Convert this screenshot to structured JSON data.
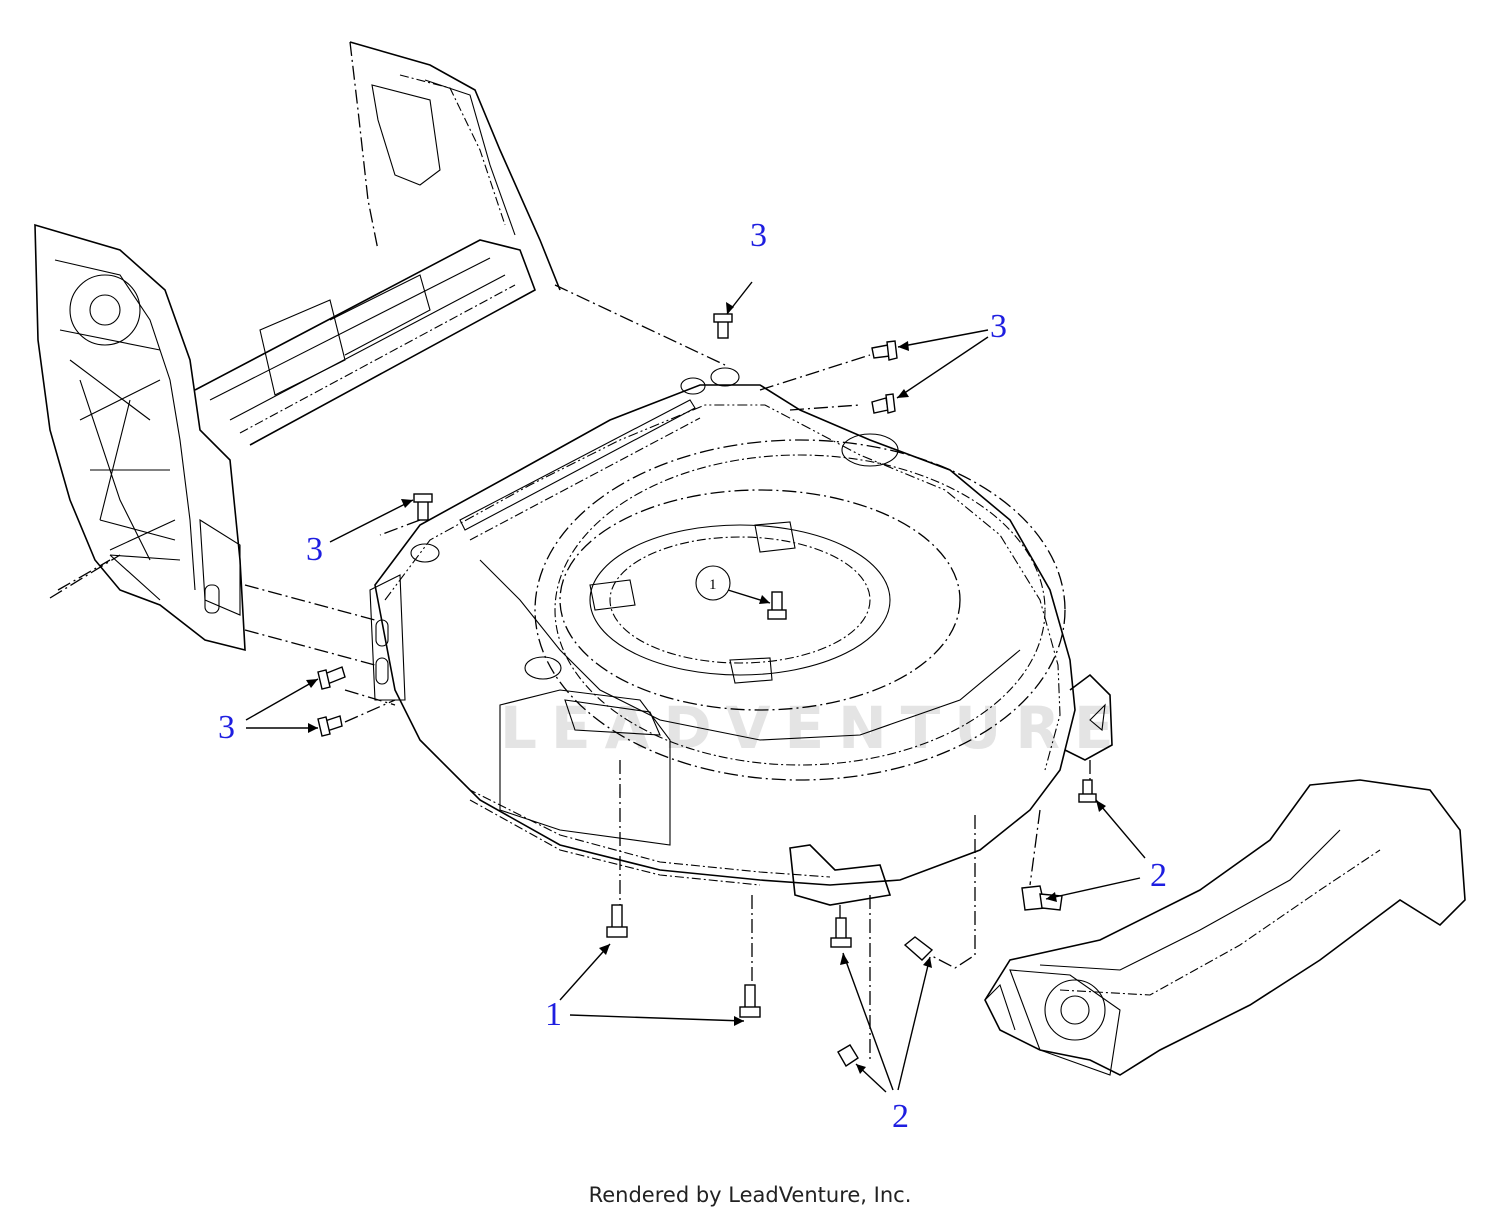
{
  "diagram": {
    "watermark": "LEADVENTURE",
    "callouts": [
      {
        "id": "callout-3-top",
        "label": "3"
      },
      {
        "id": "callout-3-right",
        "label": "3"
      },
      {
        "id": "callout-3-mid",
        "label": "3"
      },
      {
        "id": "callout-3-left",
        "label": "3"
      },
      {
        "id": "callout-1-circled",
        "label": "1"
      },
      {
        "id": "callout-2-right",
        "label": "2"
      },
      {
        "id": "callout-1-bottom",
        "label": "1"
      },
      {
        "id": "callout-2-bottom",
        "label": "2"
      }
    ]
  },
  "footer": {
    "credit": "Rendered by LeadVenture, Inc."
  }
}
